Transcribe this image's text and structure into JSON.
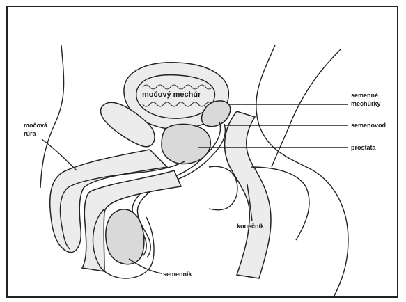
{
  "labels": {
    "bladder": "močový mechúr",
    "seminal_vesicles_1": "semenné",
    "seminal_vesicles_2": "mechúrky",
    "vas_deferens": "semenovod",
    "prostate": "prostata",
    "urethra_1": "močová",
    "urethra_2": "rúra",
    "rectum": "konečník",
    "testis": "semenník"
  },
  "colors": {
    "line": "#222222",
    "fill": "#d9d9d9",
    "background": "#ffffff"
  }
}
